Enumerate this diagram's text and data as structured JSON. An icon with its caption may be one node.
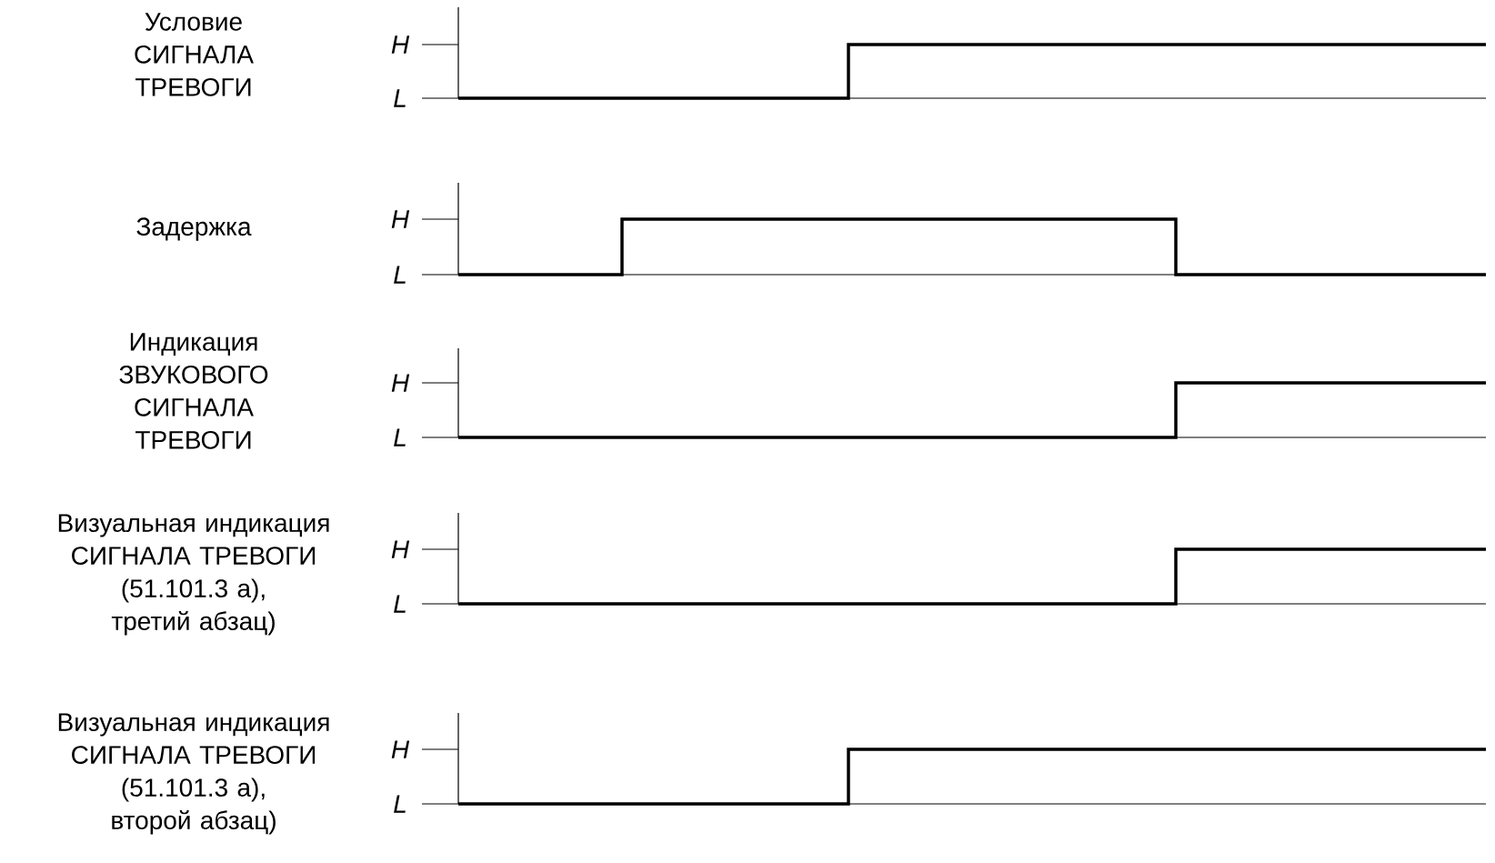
{
  "diagram": {
    "labels": [
      "Условие СИГНАЛА ТРЕВОГИ",
      "H",
      "L",
      "Задержка",
      "H",
      "L",
      "Индикация ЗВУКОВОГО СИГНАЛА ТРЕВОГИ",
      "H",
      "L",
      "Визуальная индикация СИГНАЛА ТРЕВОГИ (51.101.3 a), третий абзац)",
      "H",
      "L",
      "Визуальная индикация СИГНАЛА ТРЕВОГИ (51.101.3 a), второй абзац)",
      "H",
      "L"
    ]
  }
}
